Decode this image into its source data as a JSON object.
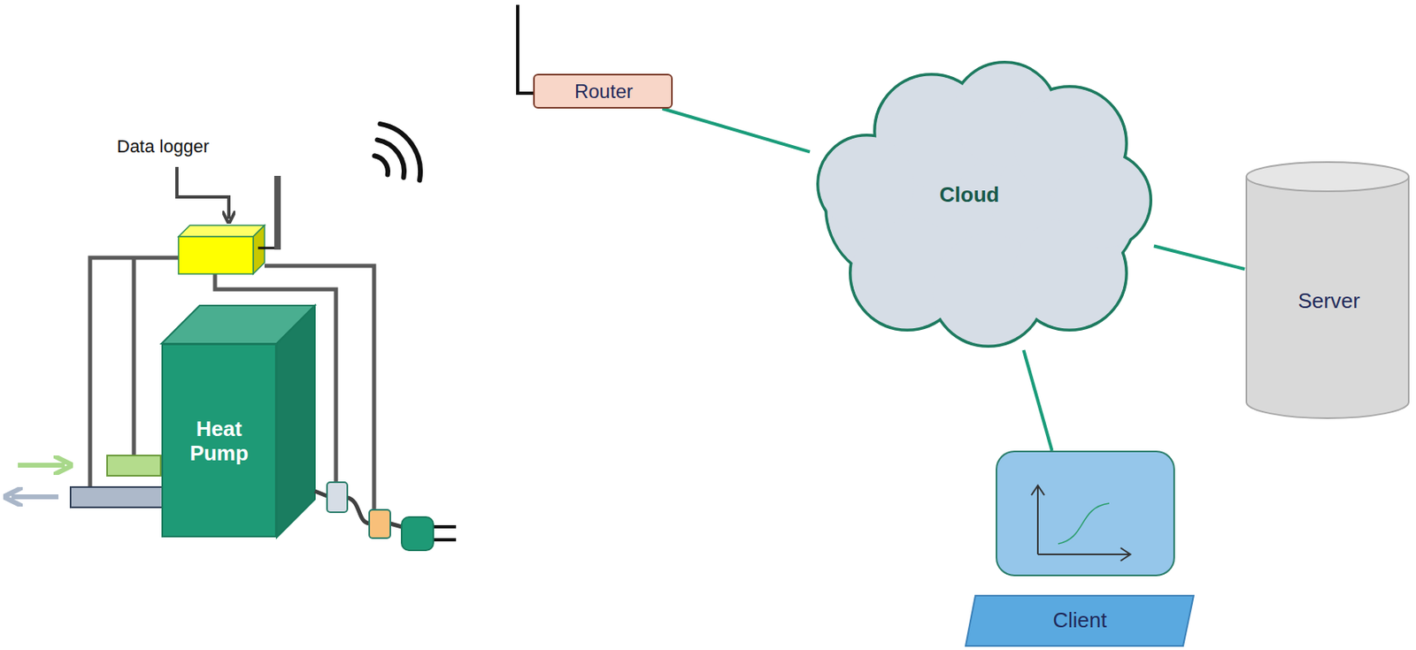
{
  "diagram": {
    "nodes": [
      {
        "text": [
          "Heat Pump"
        ]
      },
      {
        "text": [
          "Router"
        ]
      },
      {
        "text": [
          "Cloud"
        ]
      },
      {
        "text": [
          "Server"
        ]
      },
      {
        "text": [
          "Client"
        ]
      }
    ],
    "edges": [
      {
        "from": 1,
        "to": 2,
        "arrow": "none"
      },
      {
        "from": 2,
        "to": 3,
        "arrow": "none"
      },
      {
        "from": 2,
        "to": 4,
        "arrow": "none"
      }
    ],
    "labels": [
      "Data logger"
    ]
  }
}
